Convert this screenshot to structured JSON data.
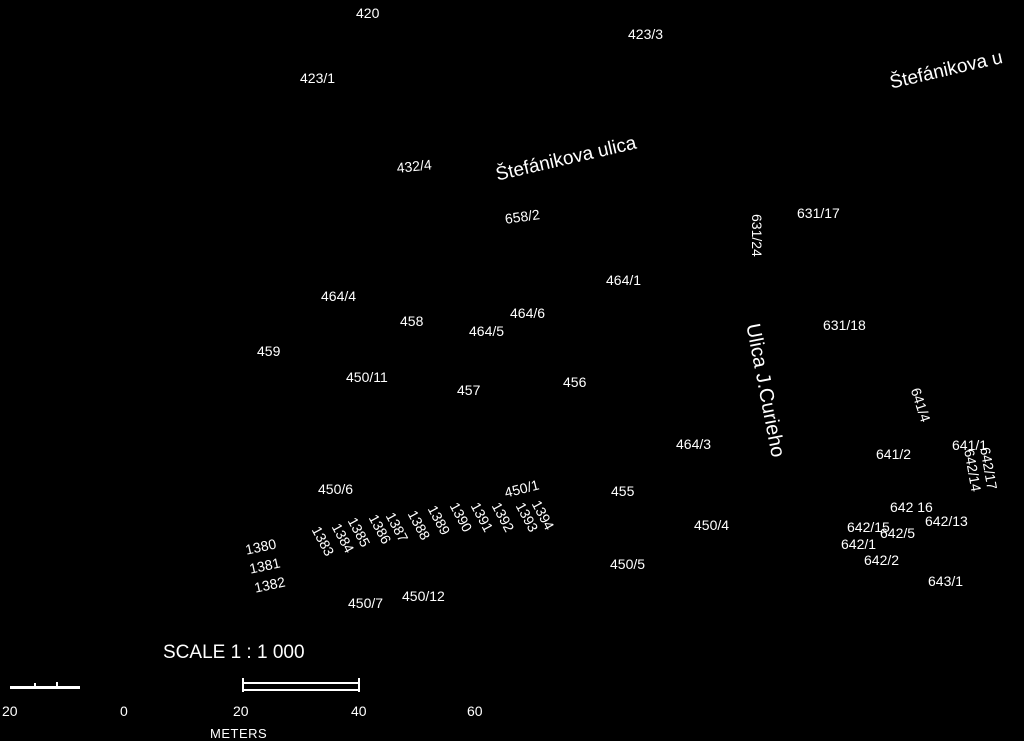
{
  "theme": {
    "background": "#000000",
    "foreground": "#ffffff"
  },
  "streets": {
    "stefanikova_1": "Štefánikova ulica",
    "stefanikova_2": "Štefánikova u",
    "curieho": "Ulica J.Curieho"
  },
  "parcels": [
    "420",
    "423/3",
    "423/1",
    "432/4",
    "658/2",
    "631/24",
    "631/17",
    "464/1",
    "464/4",
    "458",
    "464/6",
    "464/5",
    "631/18",
    "459",
    "450/11",
    "457",
    "456",
    "641/4",
    "464/3",
    "641/2",
    "641/1",
    "642/17",
    "642/14",
    "450/6",
    "450/1",
    "1394",
    "1393",
    "1392",
    "1391",
    "1390",
    "1389",
    "1388",
    "1387",
    "1386",
    "1385",
    "1384",
    "1383",
    "1380",
    "1381",
    "1382",
    "455",
    "450/4",
    "642 16",
    "642/15",
    "642/13",
    "642/5",
    "642/1",
    "642/2",
    "450/5",
    "643/1",
    "450/7",
    "450/12"
  ],
  "scale": {
    "title": "SCALE 1 : 1 000",
    "ticks": [
      "20",
      "0",
      "20",
      "40",
      "60"
    ],
    "units": "METERS"
  }
}
